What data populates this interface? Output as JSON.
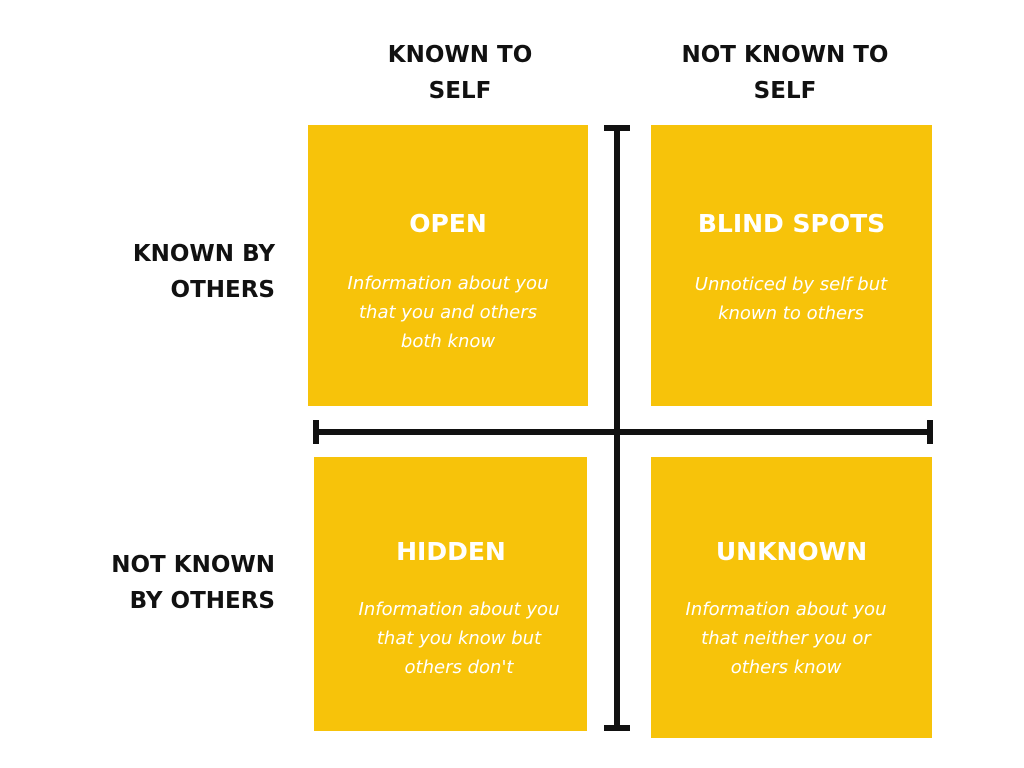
{
  "columns": {
    "known_to_self": [
      "KNOWN TO",
      "SELF"
    ],
    "not_known_to_self": [
      "NOT KNOWN TO",
      "SELF"
    ]
  },
  "rows": {
    "known_by_others": [
      "KNOWN BY",
      "OTHERS"
    ],
    "not_known_by_others": [
      "NOT KNOWN",
      "BY OTHERS"
    ]
  },
  "quadrants": {
    "open": {
      "title": "OPEN",
      "description": [
        "Information about you",
        "that you and others",
        "both know"
      ]
    },
    "blind_spots": {
      "title": "BLIND SPOTS",
      "description": [
        "Unnoticed by self but",
        "known to others"
      ]
    },
    "hidden": {
      "title": "HIDDEN",
      "description": [
        "Information about you",
        "that you know but",
        "others don't"
      ]
    },
    "unknown": {
      "title": "UNKNOWN",
      "description": [
        "Information about you",
        "that neither you or",
        "others know"
      ]
    }
  },
  "colors": {
    "quadrant_fill": "#f7c30a",
    "quadrant_text": "#ffffff",
    "axis_line": "#111111",
    "label_text": "#111111"
  }
}
